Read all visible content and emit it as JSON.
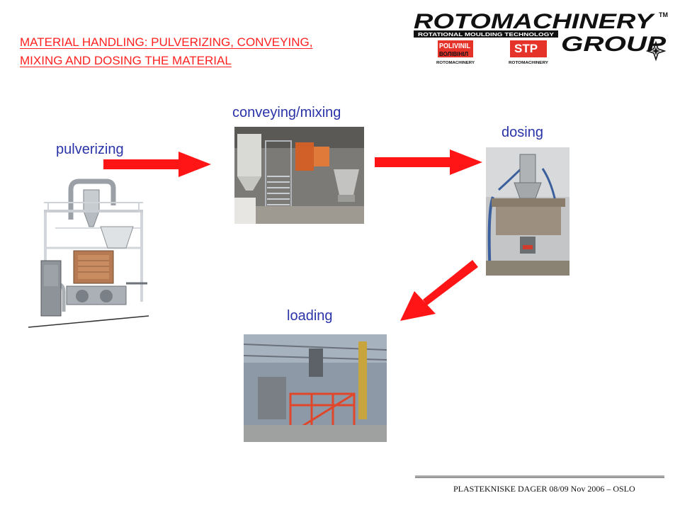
{
  "header": {
    "title_line_1": "MATERIAL HANDLING: PULVERIZING, CONVEYING,",
    "title_line_2": "MIXING  AND DOSING THE MATERIAL"
  },
  "logo": {
    "wordmark_line_1": "ROTOMACHINERY",
    "wordmark_line_2": "GROUP",
    "trademark": "TM",
    "tagline": "ROTATIONAL MOULDING TECHNOLOGY",
    "sub_brand_1": "POLIVINIL",
    "sub_brand_1_caption": "ROTOMACHINERY",
    "sub_brand_2": "STP",
    "sub_brand_2_caption": "ROTOMACHINERY"
  },
  "steps": {
    "pulverizing": "pulverizing",
    "conveying_mixing": "conveying/mixing",
    "dosing": "dosing",
    "loading": "loading"
  },
  "footer": {
    "text": "PLASTEKNISKE DAGER 08/09 Nov 2006 – OSLO"
  },
  "colors": {
    "title_red": "#ff2020",
    "label_blue": "#2a33a8",
    "arrow_red": "#ff1515"
  }
}
